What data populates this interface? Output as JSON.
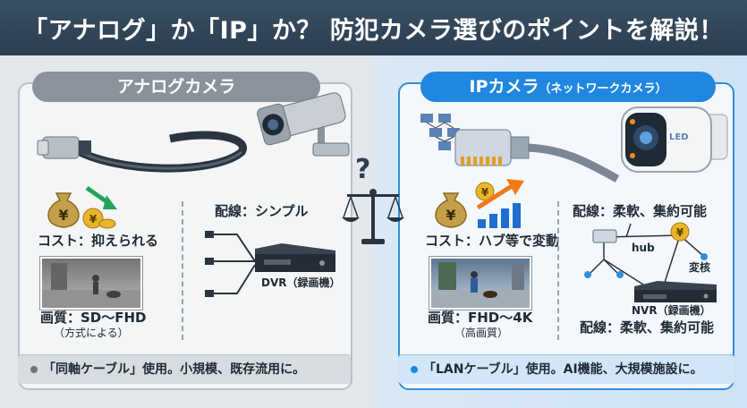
{
  "header": {
    "title": "「アナログ」か「IP」か？ 防犯カメラ選びのポイントを解説！"
  },
  "left": {
    "title": "アナログカメラ",
    "cost_label": "コスト：抑えられる",
    "wiring_label": "配線：シンプル",
    "recorder_label": "DVR（録画機）",
    "quality_label": "画質：SD〜FHD",
    "quality_note": "（方式による）",
    "footer": "「同軸ケーブル」使用。小規模、既存流用に。"
  },
  "right": {
    "title": "IPカメラ",
    "title_sub": "（ネットワークカメラ）",
    "cost_label": "コスト：ハブ等で変動",
    "wiring_label_top": "配線：柔軟、集約可能",
    "hub_label": "hub",
    "convert_label": "変核",
    "recorder_label": "NVR（録画機）",
    "wiring_label_bottom": "配線：柔軟、集約可能",
    "quality_label": "画質：FHD〜4K",
    "quality_note": "（高画質）",
    "camera_badge": "LED",
    "footer": "「LANケーブル」使用。AI機能、大規模施設に。"
  },
  "center": {
    "question_mark": "?"
  },
  "colors": {
    "header_bg": "#2c3e50",
    "analog_accent": "#8a929b",
    "ip_accent": "#1f87e0",
    "coin": "#e8b628",
    "arrow_green": "#22a55a",
    "arrow_orange": "#f07a1a"
  },
  "icons": [
    "bnc-cable-icon",
    "bullet-camera-icon",
    "money-bag-icon",
    "yen-coin-icon",
    "arrow-down-icon",
    "dvr-recorder-icon",
    "balance-scale-icon",
    "lan-cable-icon",
    "ip-camera-icon",
    "network-node-icon",
    "arrow-up-icon",
    "bar-chart-icon",
    "hub-icon",
    "nvr-recorder-icon"
  ]
}
